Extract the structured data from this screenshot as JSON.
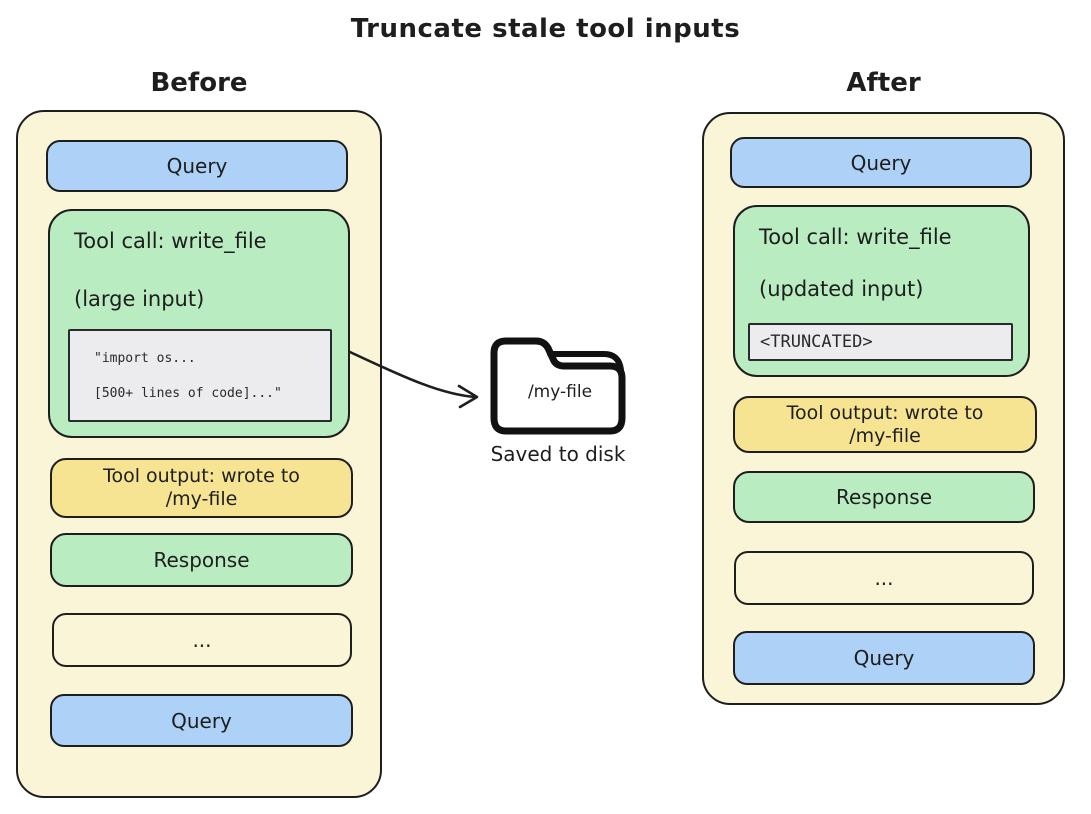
{
  "title": "Truncate stale tool inputs",
  "before": {
    "label": "Before",
    "query_top": "Query",
    "tool_call": {
      "title": "Tool call: write_file",
      "subtitle": "(large input)",
      "code_lines": [
        "\"import os...",
        "[500+ lines of code]...\""
      ]
    },
    "tool_output": {
      "line1": "Tool output: wrote to",
      "line2": "/my-file"
    },
    "response": "Response",
    "ellipsis": "...",
    "query_bottom": "Query"
  },
  "disk": {
    "folder_label": "/my-file",
    "caption": "Saved to disk"
  },
  "after": {
    "label": "After",
    "query_top": "Query",
    "tool_call": {
      "title": "Tool call: write_file",
      "subtitle": "(updated input)",
      "truncated": "<TRUNCATED>"
    },
    "tool_output": {
      "line1": "Tool output: wrote to",
      "line2": "/my-file"
    },
    "response": "Response",
    "ellipsis": "...",
    "query_bottom": "Query"
  },
  "colors": {
    "canvas": "#ffffff",
    "panel_bg": "#fbf5d8",
    "query_blue": "#aed2f7",
    "tool_green": "#b9ecc0",
    "output_yellow": "#f6e492",
    "code_gray": "#ececef",
    "stroke": "#1e1e1e"
  }
}
